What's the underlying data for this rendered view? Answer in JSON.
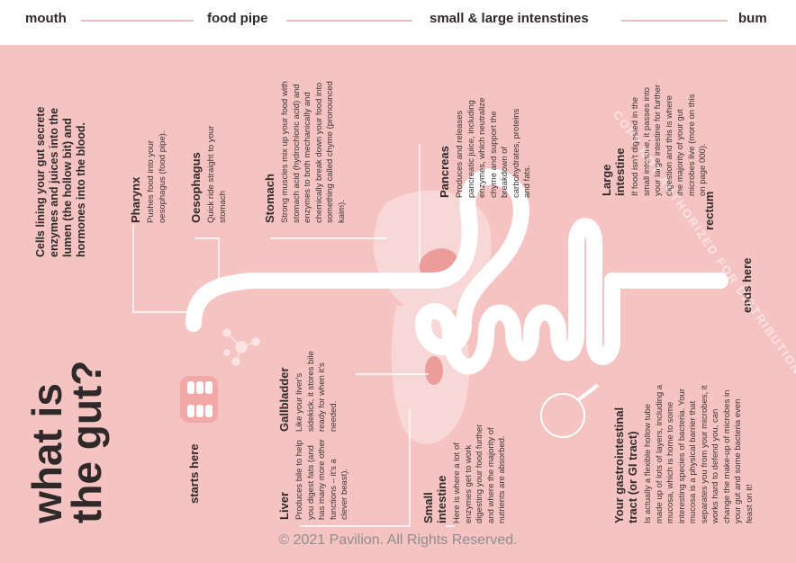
{
  "stages": [
    {
      "label": "mouth"
    },
    {
      "label": "food pipe"
    },
    {
      "label": "small & large intenstines"
    },
    {
      "label": "bum"
    }
  ],
  "title": "what is the gut?",
  "intro": "Cells lining your gut secrete enzymes and juices into the lumen (the hollow bit) and hormones into the blood.",
  "start_label": "starts here",
  "end_label": "ends here",
  "rectum_label": "rectum",
  "organs": {
    "pharynx": {
      "name": "Pharynx",
      "text": "Pushes food into your oesophagus (food pipe)."
    },
    "oesophagus": {
      "name": "Oesophagus",
      "text": "Quick ride straight to your stomach"
    },
    "stomach": {
      "name": "Stomach",
      "text": "Strong muscles mix up your food with stomach acid (hydrochloric acid) and enzymes to both mechanically and chemically break down your food into something called chyme (pronounced kaim)."
    },
    "pancreas": {
      "name": "Pancreas",
      "text": "Produces and releases pancreatic juice, including enzymes, which neutralize chyme and support the breakdown of carbohydrates, proteins and fats."
    },
    "large_intestine": {
      "name": "Large intestine",
      "text": "If food isn't digested in the small intestine, it passes into your large intestine for further digestion and this is where the majority of your gut microbes live (more on this on page 000)."
    },
    "gallbladder": {
      "name": "Gallbladder",
      "text": "Like your liver's sidekick, it stores bile ready for when it's needed."
    },
    "liver": {
      "name": "Liver",
      "text": "Produces bile to help you digest fats (and has many more other functions – it's a clever beast)."
    },
    "small_intestine": {
      "name": "Small intestine",
      "text": "Here is where a lot of enzymes get to work digesting your food further and where the majority of nutrients are absorbed."
    },
    "gi_tract": {
      "name": "Your gastrointestinal tract (or GI tract)",
      "text": "Is actually a flexible hollow tube made up of lots of layers, including a mucosa, which is home to some interesting species of bacteria. Your mucosa is a physical barrier that separates you from your microbes, it works hard to defend you, can change the make-up of microbes in your gut and some bacteria even feast on it!"
    }
  },
  "watermark": "COPY NOT AUTHORIZED FOR DISTRIBUTION",
  "copyright": "© 2021 Pavilion. All Rights Reserved.",
  "colors": {
    "background": "#f5c3c1",
    "accent_line": "#f3b7b5",
    "tube": "#ffffff",
    "organ": "#f8d8d6",
    "organ_dark": "#ec9d9b"
  }
}
